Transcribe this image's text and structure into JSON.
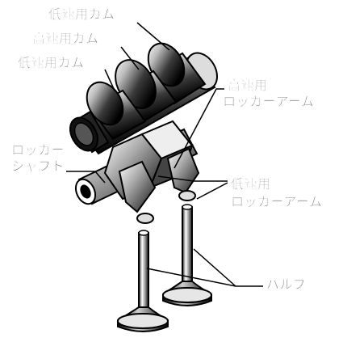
{
  "labels": {
    "low_cam_top": "低速用カム",
    "high_cam": "高速用カム",
    "low_cam_bottom": "低速用カム",
    "high_rocker_line1": "高速用",
    "high_rocker_line2": "ロッカーアーム",
    "rocker_shaft_line1": "ロッカー",
    "rocker_shaft_line2": "シャフト",
    "low_rocker_line1": "低速用",
    "low_rocker_line2": "ロッカーアーム",
    "valve": "バルブ"
  }
}
